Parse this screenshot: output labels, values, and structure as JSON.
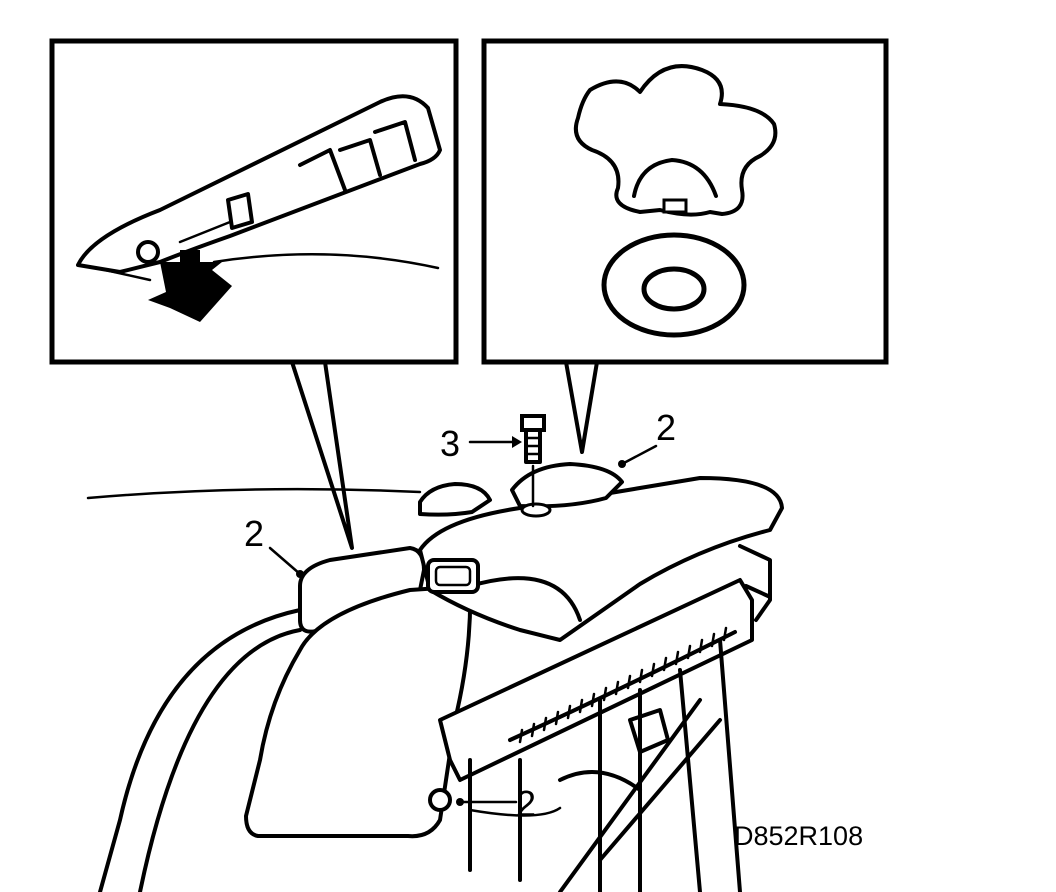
{
  "callouts": {
    "bracket_top_right": "2",
    "bracket_left": "2",
    "bracket_bottom": "2",
    "bolt": "3"
  },
  "figure_id": "D852R108",
  "colors": {
    "ink": "#000000",
    "paper": "#ffffff"
  }
}
